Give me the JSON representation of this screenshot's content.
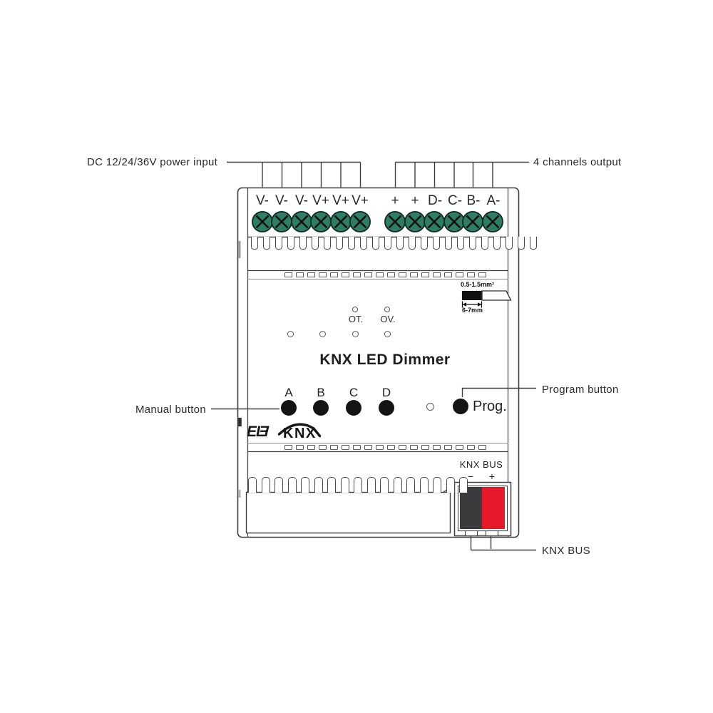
{
  "device_title": "KNX LED Dimmer",
  "callouts": {
    "power_input": "DC 12/24/36V power input",
    "channels_output": "4 channels output",
    "manual_button": "Manual button",
    "program_button": "Program button",
    "knx_bus": "KNX BUS"
  },
  "terminals": {
    "power_labels": [
      "V-",
      "V-",
      "V-",
      "V+",
      "V+",
      "V+"
    ],
    "output_labels": [
      "+",
      "+",
      "D-",
      "C-",
      "B-",
      "A-"
    ]
  },
  "indicators": {
    "ot_label": "OT.",
    "ov_label": "OV."
  },
  "buttons": {
    "channel_labels": [
      "A",
      "B",
      "C",
      "D"
    ],
    "prog_label": "Prog."
  },
  "bus_connector": {
    "label": "KNX BUS",
    "minus": "−",
    "plus": "+"
  },
  "wire_gauge": {
    "cross_section": "0.5-1.5mm²",
    "strip_length": "6-7mm"
  },
  "logo": {
    "eib_prefix": "EI",
    "eib_reversed_e": "E",
    "knx": "KNX"
  },
  "colors": {
    "terminal_green": "#2E7E66",
    "bus_red": "#E6192B",
    "bus_dark": "#3B3B3D",
    "line": "#3F3F3F"
  }
}
